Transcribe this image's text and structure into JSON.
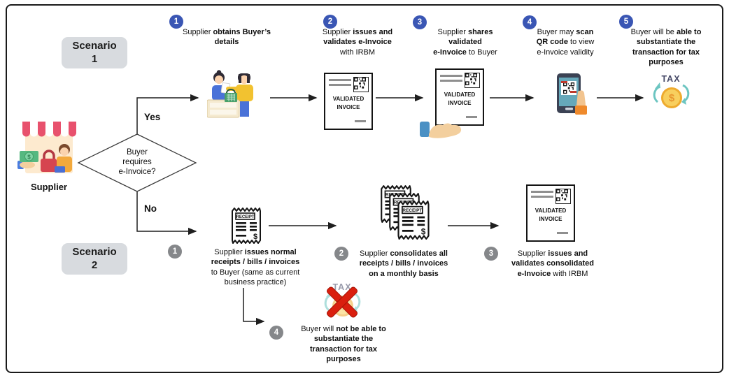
{
  "supplier_label": "Supplier",
  "decision": "Buyer\nrequires\ne-Invoice?",
  "yes_label": "Yes",
  "no_label": "No",
  "icons_text": {
    "validated_invoice": "VALIDATED\nINVOICE",
    "receipt": "RECEIPT",
    "tax": "TAX",
    "dollar": "$"
  },
  "scenario1": {
    "badge": "Scenario\n1",
    "steps": [
      {
        "num": "1",
        "seg": [
          "Supplier ",
          "obtains Buyer’s\ndetails"
        ]
      },
      {
        "num": "2",
        "seg": [
          "Supplier ",
          "issues and\nvalidates e-Invoice",
          "\nwith IRBM"
        ]
      },
      {
        "num": "3",
        "seg": [
          "Supplier ",
          "shares\nvalidated\ne-Invoice",
          " to Buyer"
        ]
      },
      {
        "num": "4",
        "seg": [
          "Buyer may ",
          "scan\nQR code",
          " to view\ne-Invoice validity"
        ]
      },
      {
        "num": "5",
        "seg": [
          "Buyer will be ",
          "able to\nsubstantiate the\ntransaction for tax\npurposes"
        ]
      }
    ]
  },
  "scenario2": {
    "badge": "Scenario\n2",
    "steps": [
      {
        "num": "1",
        "seg": [
          "Supplier ",
          "issues normal\nreceipts / bills / invoices",
          "\nto Buyer (same as current\nbusiness practice)"
        ]
      },
      {
        "num": "2",
        "seg": [
          "Supplier ",
          "consolidates all\nreceipts / bills / invoices\non a monthly basis"
        ]
      },
      {
        "num": "3",
        "seg": [
          "Supplier ",
          "issues and\nvalidates consolidated\ne-Invoice",
          " with IRBM"
        ]
      },
      {
        "num": "4",
        "seg": [
          "Buyer will ",
          "not be able to\nsubstantiate the\ntransaction for tax\npurposes"
        ]
      }
    ]
  },
  "colors": {
    "step_blue": "#3a56b4",
    "step_gray": "#85878a",
    "badge_bg": "#d8dbdf",
    "arrow_black": "#1f1f1f",
    "tax_text": "#474a68",
    "coin_gold": "#f8cf5e",
    "teal_arrows": "#6cc5c1",
    "red_x": "#da1f0e"
  }
}
